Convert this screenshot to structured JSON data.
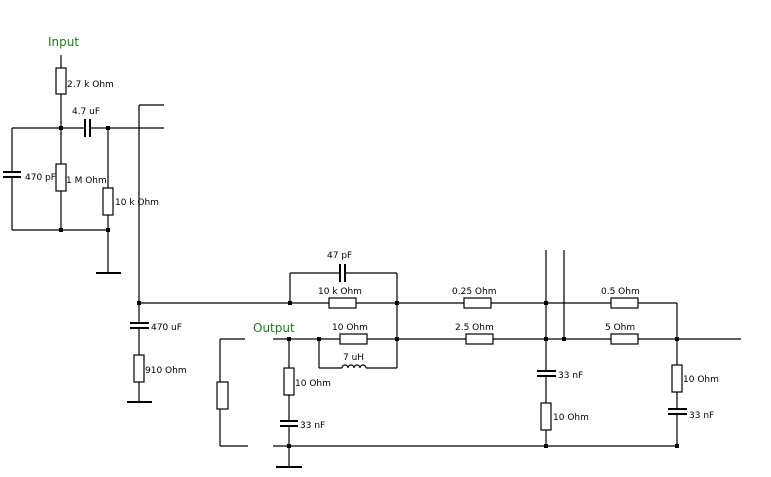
{
  "labels": {
    "input": "Input",
    "output": "Output"
  },
  "colors": {
    "title": "#1e7a1e",
    "wire": "#000000"
  },
  "components": {
    "r_input": "2.7 k Ohm",
    "c_coupling": "4.7 uF",
    "c_470p": "470 pF",
    "r_1m": "1 M Ohm",
    "r_10k_a": "10 k Ohm",
    "c_47p": "47 pF",
    "r_10k_b": "10 k Ohm",
    "r_025": "0.25  Ohm",
    "r_05": "0.5  Ohm",
    "c_470u": "470 uF",
    "r_910": "910  Ohm",
    "r_10_top": "10  Ohm",
    "l_7u": "7 uH",
    "r_25": "2.5  Ohm",
    "r_5": "5  Ohm",
    "r_10_left": "10  Ohm",
    "c_33n_left": "33 nF",
    "c_33n_mid": "33 nF",
    "r_10_mid": "10  Ohm",
    "r_10_right": "10  Ohm",
    "c_33n_right": "33 nF"
  }
}
